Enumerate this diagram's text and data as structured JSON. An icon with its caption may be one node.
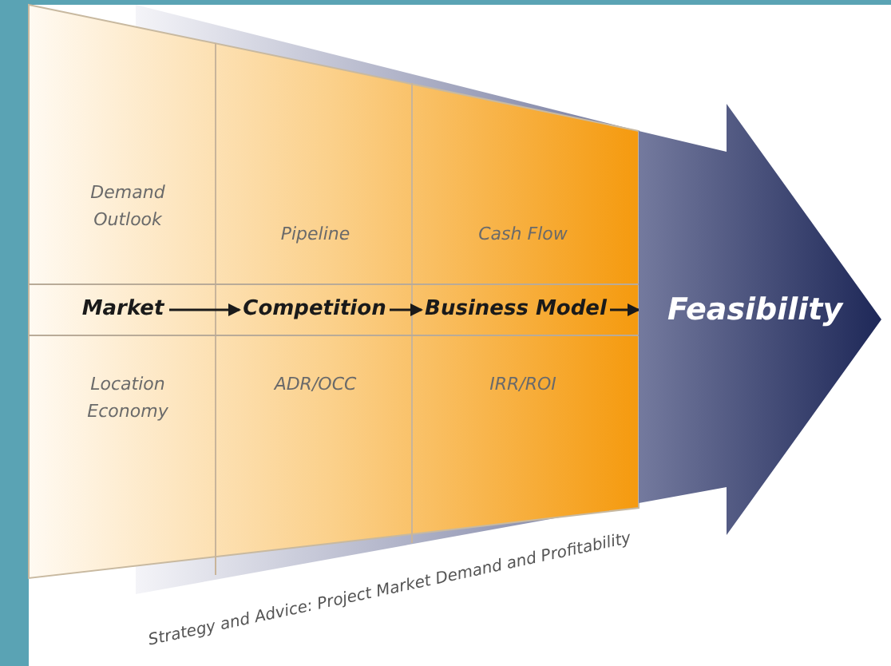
{
  "diagram": {
    "nodes": [
      {
        "text": [
          "Market"
        ]
      },
      {
        "text": [
          "Competition"
        ]
      },
      {
        "text": [
          "Business Model"
        ]
      },
      {
        "text": [
          "Feasibility"
        ]
      }
    ],
    "edges": [
      {
        "from": 0,
        "to": 1,
        "arrow": "to"
      },
      {
        "from": 1,
        "to": 2,
        "arrow": "to"
      },
      {
        "from": 2,
        "to": 3,
        "arrow": "to"
      }
    ],
    "labels": [
      "Demand Outlook",
      "Pipeline",
      "Cash Flow",
      "Location Economy",
      "ADR/OCC",
      "IRR/ROI",
      "Strategy and Advice: Project Market Demand and Profitability"
    ]
  }
}
